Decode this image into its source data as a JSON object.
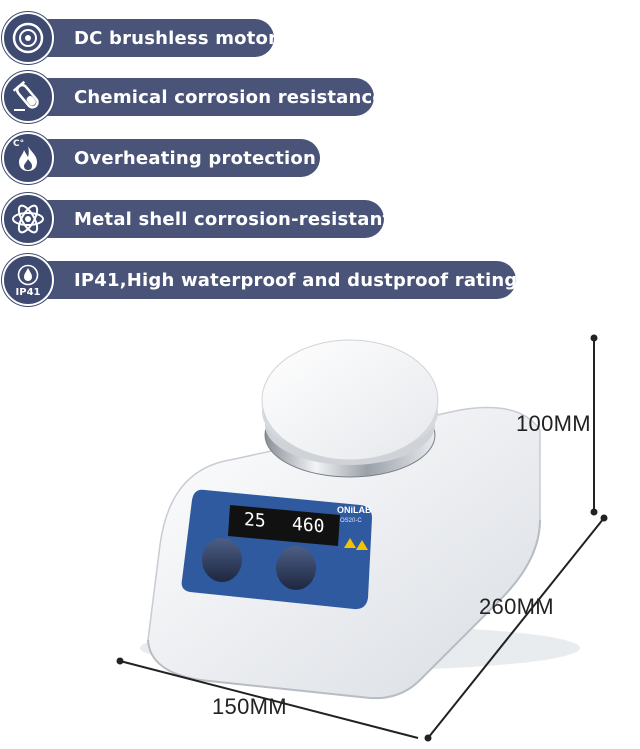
{
  "features": [
    {
      "icon": "motor-icon",
      "label": "DC brushless motor"
    },
    {
      "icon": "test-tube-icon",
      "label": "Chemical corrosion resistance"
    },
    {
      "icon": "flame-icon",
      "label": "Overheating protection",
      "icon_text": "C°"
    },
    {
      "icon": "atom-icon",
      "label": "Metal shell corrosion-resistant"
    },
    {
      "icon": "water-drop-icon",
      "label": "IP41,High waterproof and dustproof rating",
      "icon_text": "IP41"
    }
  ],
  "product": {
    "brand": "ONiLAB",
    "model": "OS20-C",
    "display_temp": "25",
    "display_speed": "460"
  },
  "dimensions": {
    "height": "100MM",
    "depth": "260MM",
    "width": "150MM"
  },
  "colors": {
    "pill": "#4a5478",
    "badge": "#3f4a70",
    "panel": "#2f5aa0",
    "display": "#111111"
  }
}
